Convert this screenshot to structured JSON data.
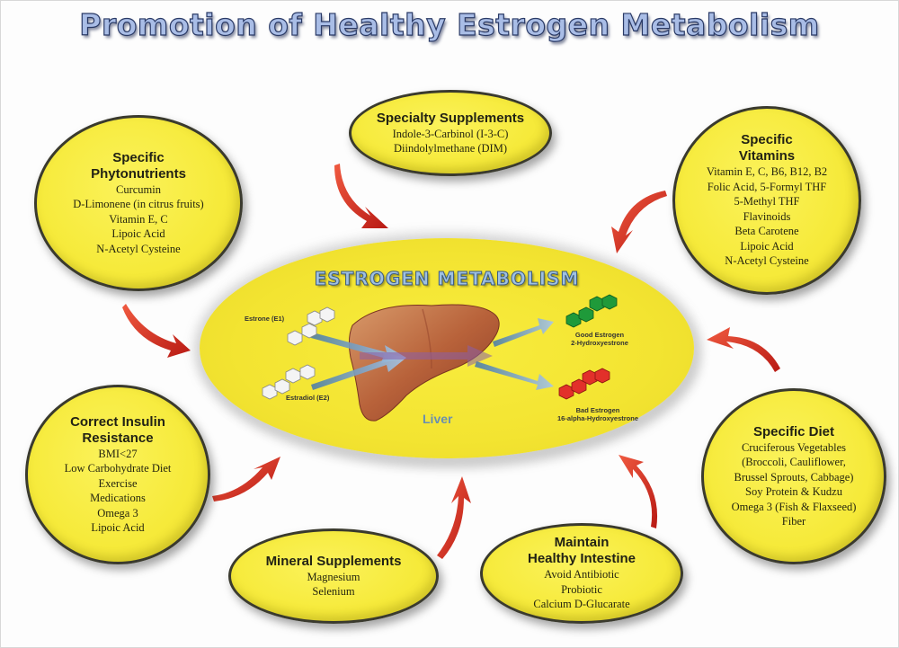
{
  "title": "Promotion of Healthy Estrogen Metabolism",
  "center": {
    "title": "ESTROGEN METABOLISM",
    "organ_label": "Liver",
    "inputs": [
      {
        "label": "Estrone (E1)"
      },
      {
        "label": "Estradiol (E2)"
      }
    ],
    "outputs": [
      {
        "label_line1": "Good Estrogen",
        "label_line2": "2-Hydroxyestrone",
        "color": "#1f9a3a"
      },
      {
        "label_line1": "Bad Estrogen",
        "label_line2": "16-alpha-Hydroxyestrone",
        "color": "#e2302a"
      }
    ]
  },
  "nodes": {
    "phytonutrients": {
      "heading": [
        "Specific",
        "Phytonutrients"
      ],
      "items": [
        "Curcumin",
        "D-Limonene (in citrus fruits)",
        "Vitamin E, C",
        "Lipoic Acid",
        "N-Acetyl Cysteine"
      ]
    },
    "specialty_supplements": {
      "heading": [
        "Specialty Supplements"
      ],
      "items": [
        "Indole-3-Carbinol (I-3-C)",
        "Diindolylmethane (DIM)"
      ]
    },
    "vitamins": {
      "heading": [
        "Specific",
        "Vitamins"
      ],
      "items": [
        "Vitamin E, C, B6, B12, B2",
        "Folic Acid, 5-Formyl THF",
        "5-Methyl THF",
        "Flavinoids",
        "Beta Carotene",
        "Lipoic Acid",
        "N-Acetyl Cysteine"
      ]
    },
    "insulin": {
      "heading": [
        "Correct Insulin",
        "Resistance"
      ],
      "items": [
        "BMI<27",
        "Low Carbohydrate Diet",
        "Exercise",
        "Medications",
        "Omega 3",
        "Lipoic Acid"
      ]
    },
    "diet": {
      "heading": [
        "Specific Diet"
      ],
      "items": [
        "Cruciferous Vegetables",
        "(Broccoli, Cauliflower,",
        "Brussel Sprouts, Cabbage)",
        "Soy Protein & Kudzu",
        "Omega 3 (Fish & Flaxseed)",
        "Fiber"
      ]
    },
    "minerals": {
      "heading": [
        "Mineral Supplements"
      ],
      "items": [
        "Magnesium",
        "Selenium"
      ]
    },
    "intestine": {
      "heading": [
        "Maintain",
        "Healthy Intestine"
      ],
      "items": [
        "Avoid Antibiotic",
        "Probiotic",
        "Calcium D-Glucarate"
      ]
    }
  },
  "colors": {
    "bubble_fill": "#f6ea3a",
    "arrow": "#d8261f",
    "flow_arrow": "#8fb2d6",
    "liver": "#b8623a"
  }
}
